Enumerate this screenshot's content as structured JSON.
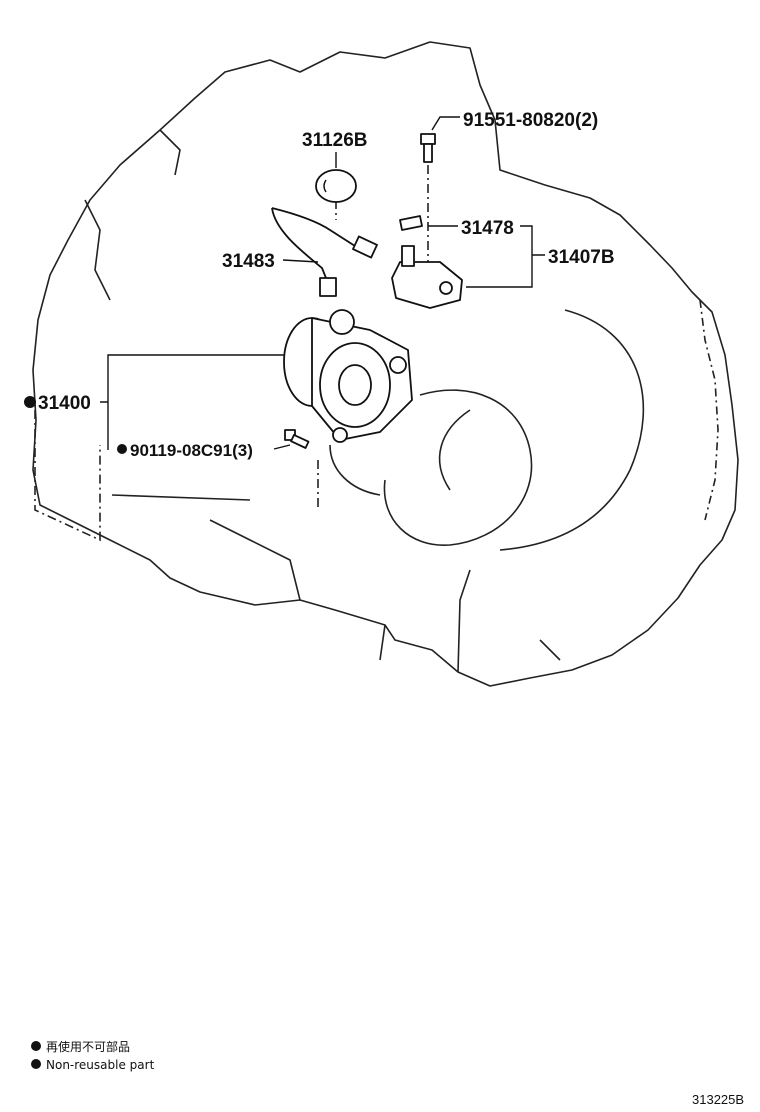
{
  "parts": {
    "p31126b": "31126B",
    "p91551": "91551-80820(2)",
    "p31478": "31478",
    "p31407b": "31407B",
    "p31483": "31483",
    "p31400": "31400",
    "p90119": "90119-08C91(3)"
  },
  "legend": {
    "line_jp": "再使用不可部品",
    "line_en": "Non-reusable part"
  },
  "figure_id": "313225B"
}
